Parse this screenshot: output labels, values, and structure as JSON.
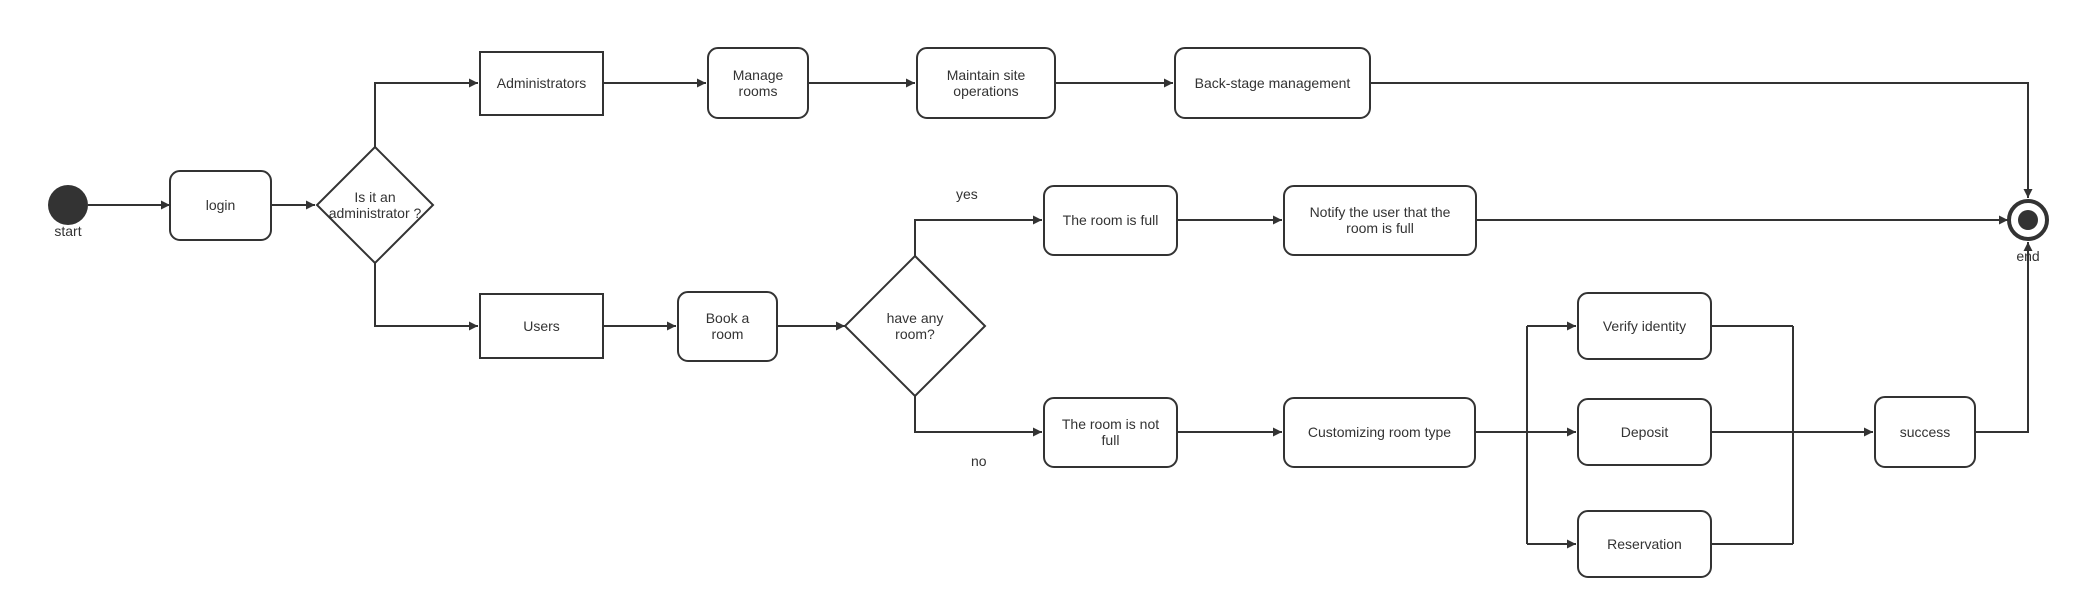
{
  "colors": {
    "stroke": "#333333",
    "fill": "#ffffff",
    "terminal": "#333333"
  },
  "start": {
    "label": "start"
  },
  "end": {
    "label": "end"
  },
  "nodes": {
    "login": "login",
    "decision_admin": "Is it an administrator ?",
    "administrators": "Administrators",
    "manage_rooms": "Manage rooms",
    "maintain_site": "Maintain site operations",
    "backstage": "Back-stage management",
    "users": "Users",
    "book_room": "Book a room",
    "decision_room": "have any room?",
    "room_full": "The room is full",
    "notify_full": "Notify the user that the room is full",
    "room_not_full": "The room is not full",
    "customizing": "Customizing room type",
    "verify": "Verify identity",
    "deposit": "Deposit",
    "reservation": "Reservation",
    "success": "success"
  },
  "edge_labels": {
    "yes": "yes",
    "no": "no"
  }
}
